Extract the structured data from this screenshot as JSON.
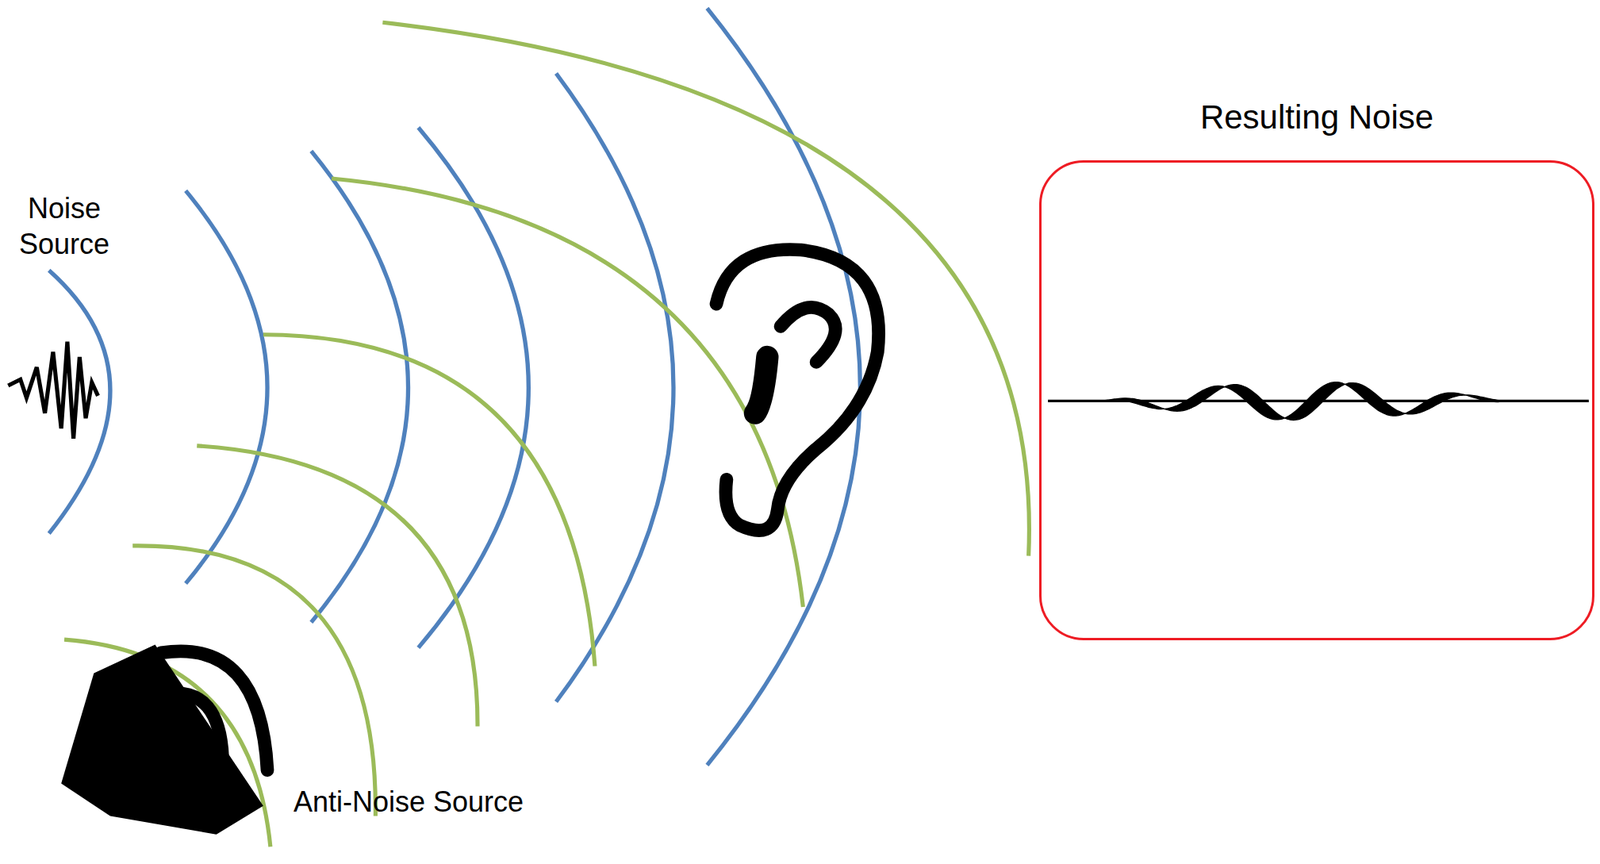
{
  "diagram": {
    "nodes": [
      {
        "text": [
          "Resulting Noise"
        ]
      }
    ],
    "labels": [
      "Noise Source",
      "Anti-Noise Source"
    ]
  }
}
